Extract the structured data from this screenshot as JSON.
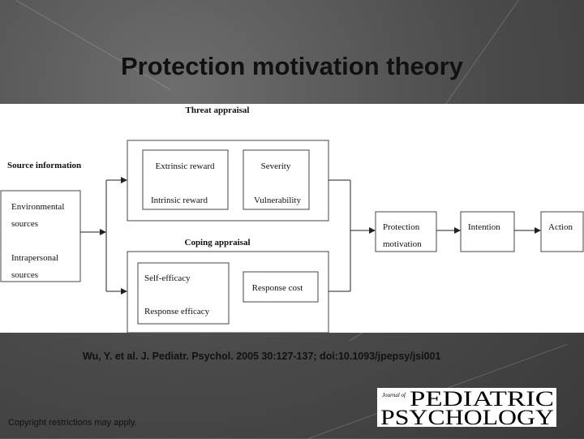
{
  "slide": {
    "title": "Protection motivation theory",
    "citation": "Wu, Y. et al. J. Pediatr. Psychol. 2005 30:127-137; doi:10.1093/jpepsy/jsi001",
    "copyright": "Copyright restrictions may apply."
  },
  "diagram": {
    "threat_heading": "Threat appraisal",
    "coping_heading": "Coping appraisal",
    "source_heading": "Source information",
    "source_items": [
      "Environmental",
      "sources",
      "Intrapersonal",
      "sources"
    ],
    "threat_left": [
      "Extrinsic reward",
      "Intrinsic reward"
    ],
    "threat_right": [
      "Severity",
      "Vulnerability"
    ],
    "coping_left": [
      "Self-efficacy",
      "Response efficacy"
    ],
    "coping_right": "Response cost",
    "protection": [
      "Protection",
      "motivation"
    ],
    "intention": "Intention",
    "action": "Action"
  },
  "logo": {
    "small_text": "Journal of",
    "line1": "PEDIATRIC",
    "line2": "PSYCHOLOGY"
  }
}
